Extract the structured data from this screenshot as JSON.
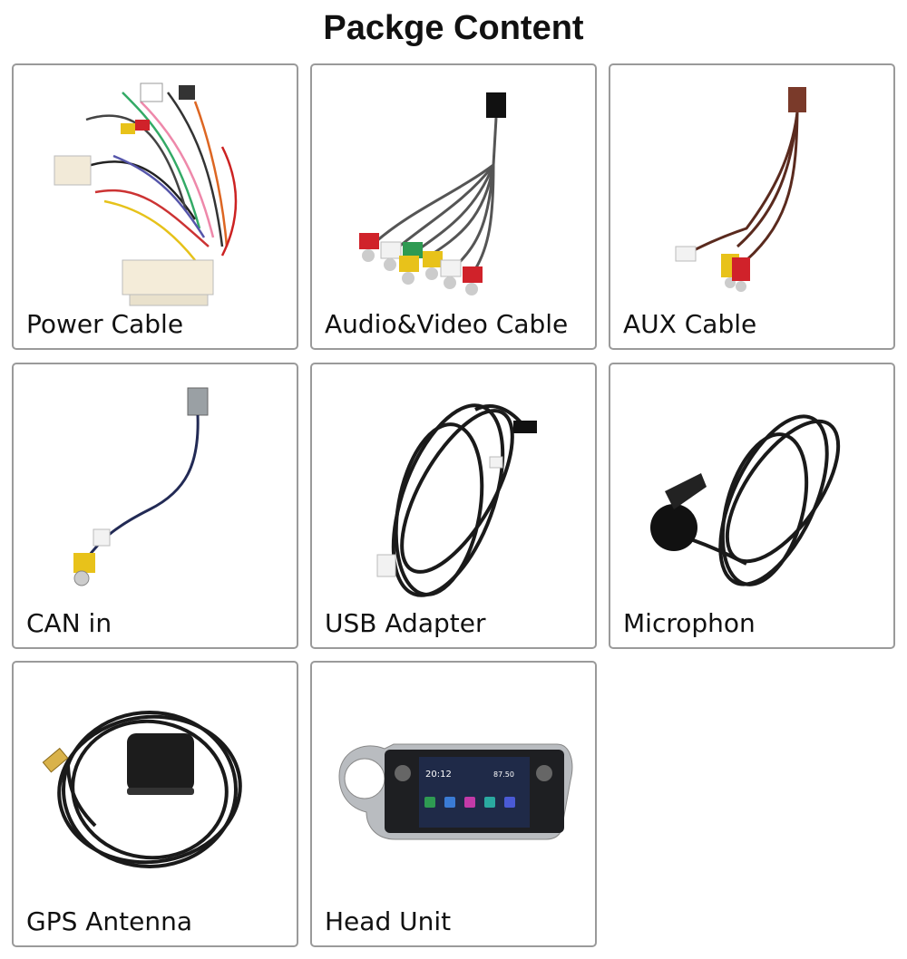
{
  "title": "Packge Content",
  "items": [
    {
      "label": "Power Cable",
      "icon": "power-cable-icon"
    },
    {
      "label": "Audio&Video Cable",
      "icon": "audio-video-cable-icon"
    },
    {
      "label": "AUX Cable",
      "icon": "aux-cable-icon"
    },
    {
      "label": "CAN in",
      "icon": "can-in-cable-icon"
    },
    {
      "label": "USB Adapter",
      "icon": "usb-adapter-icon"
    },
    {
      "label": "Microphon",
      "icon": "microphone-icon"
    },
    {
      "label": "GPS Antenna",
      "icon": "gps-antenna-icon"
    },
    {
      "label": "Head Unit",
      "icon": "head-unit-icon"
    }
  ],
  "head_unit_screen": {
    "time": "20:12",
    "radio": "87.50"
  },
  "colors": {
    "border": "#9a9a9a",
    "rca_red": "#d0222a",
    "rca_yellow": "#e8c21a",
    "rca_white": "#f2f2f2",
    "cable_black": "#1a1a1a",
    "unit_silver": "#b9bcc0"
  }
}
